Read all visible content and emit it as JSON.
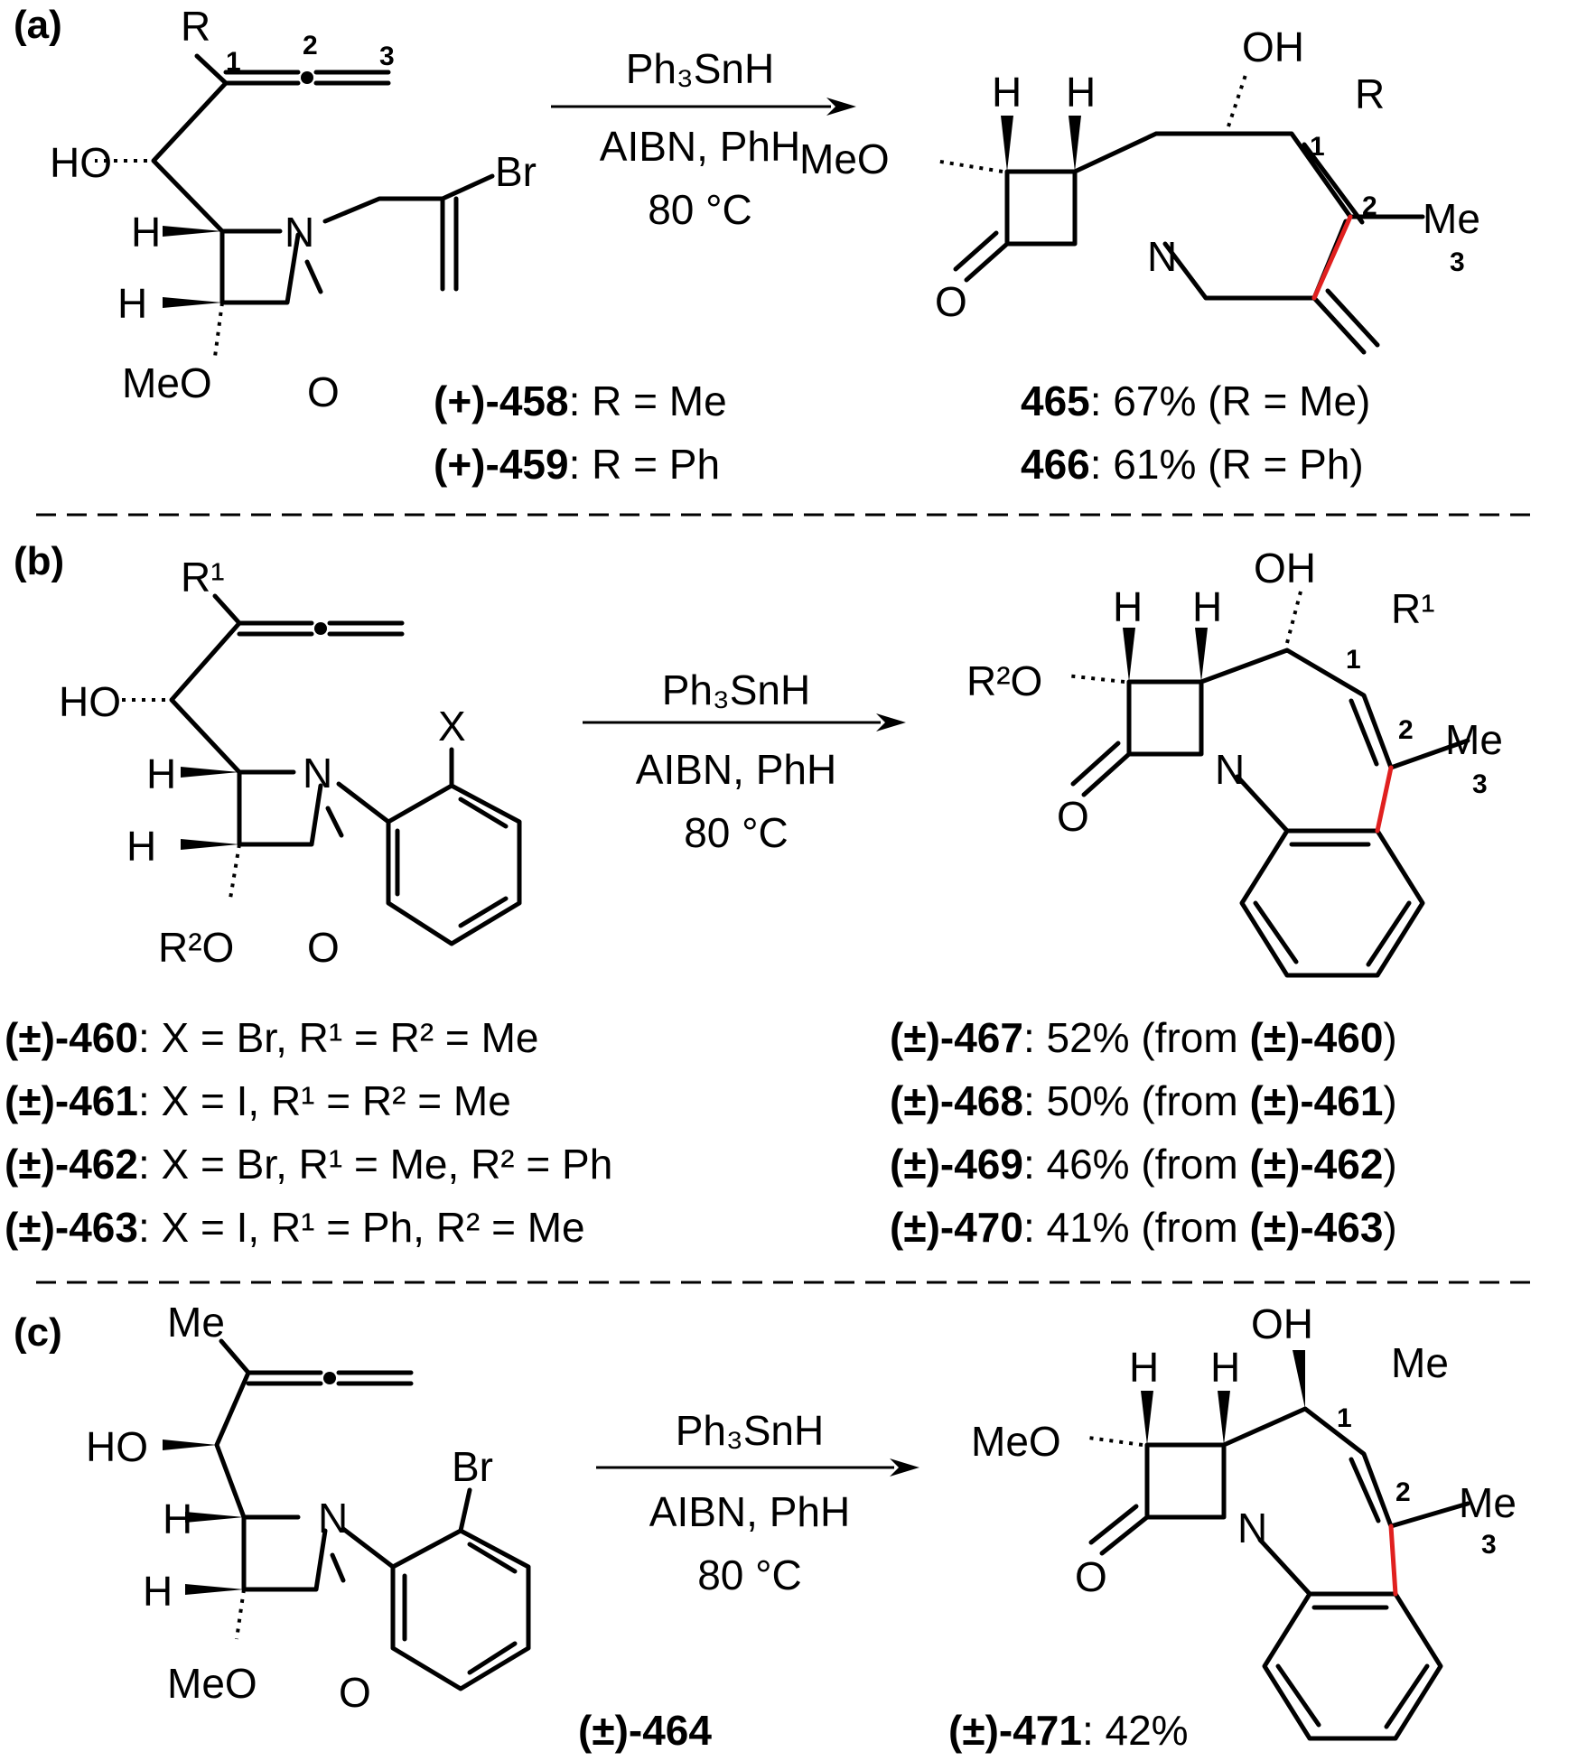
{
  "colors": {
    "ink": "#000000",
    "new_bond": "#e0201f",
    "background": "#ffffff"
  },
  "panels": [
    {
      "label": "(a)",
      "conditions": {
        "reagent": "Ph₃SnH",
        "initiator": "AIBN, PhH",
        "temperature": "80 °C"
      },
      "substrate_lines": [
        {
          "cmpd": "(+)-458",
          "desc": ": R = Me"
        },
        {
          "cmpd": "(+)-459",
          "desc": ": R = Ph"
        }
      ],
      "product_lines": [
        {
          "cmpd": "465",
          "desc": ": 67% (R = Me)"
        },
        {
          "cmpd": "466",
          "desc": ": 61% (R = Ph)"
        }
      ],
      "substrate_atoms": {
        "r": "R",
        "ho": "HO",
        "h1": "H",
        "h2": "H",
        "n": "N",
        "br": "Br",
        "meo": "MeO",
        "o": "O"
      },
      "product_atoms": {
        "oh": "OH",
        "h1": "H",
        "h2": "H",
        "r": "R",
        "meo": "MeO",
        "n": "N",
        "o": "O",
        "me": "Me"
      },
      "locants": [
        "1",
        "2",
        "3"
      ]
    },
    {
      "label": "(b)",
      "conditions": {
        "reagent": "Ph₃SnH",
        "initiator": "AIBN, PhH",
        "temperature": "80 °C"
      },
      "substrate_lines": [
        {
          "cmpd": "(±)-460",
          "desc": ": X = Br, R¹ = R² = Me"
        },
        {
          "cmpd": "(±)-461",
          "desc": ": X = I, R¹ = R² = Me"
        },
        {
          "cmpd": "(±)-462",
          "desc": ": X = Br, R¹ = Me, R² = Ph"
        },
        {
          "cmpd": "(±)-463",
          "desc": ": X = I, R¹ = Ph, R² = Me"
        }
      ],
      "product_lines": [
        {
          "cmpd": "(±)-467",
          "desc": ": 52% (from ",
          "src": "(±)-460",
          "end": ")"
        },
        {
          "cmpd": "(±)-468",
          "desc": ": 50% (from ",
          "src": "(±)-461",
          "end": ")"
        },
        {
          "cmpd": "(±)-469",
          "desc": ": 46% (from ",
          "src": "(±)-462",
          "end": ")"
        },
        {
          "cmpd": "(±)-470",
          "desc": ": 41% (from ",
          "src": "(±)-463",
          "end": ")"
        }
      ],
      "substrate_atoms": {
        "r1": "R¹",
        "ho": "HO",
        "h1": "H",
        "h2": "H",
        "n": "N",
        "x": "X",
        "r2o": "R²O",
        "o": "O"
      },
      "product_atoms": {
        "oh": "OH",
        "h1": "H",
        "h2": "H",
        "r1": "R¹",
        "r2o": "R²O",
        "n": "N",
        "o": "O",
        "me": "Me"
      },
      "locants": [
        "1",
        "2",
        "3"
      ]
    },
    {
      "label": "(c)",
      "conditions": {
        "reagent": "Ph₃SnH",
        "initiator": "AIBN, PhH",
        "temperature": "80 °C"
      },
      "substrate_lines": [
        {
          "cmpd": "(±)-464",
          "desc": ""
        }
      ],
      "product_lines": [
        {
          "cmpd": "(±)-471",
          "desc": ": 42%"
        }
      ],
      "substrate_atoms": {
        "me": "Me",
        "ho": "HO",
        "h1": "H",
        "h2": "H",
        "n": "N",
        "br": "Br",
        "meo": "MeO",
        "o": "O"
      },
      "product_atoms": {
        "oh": "OH",
        "h1": "H",
        "h2": "H",
        "me1": "Me",
        "meo": "MeO",
        "n": "N",
        "o": "O",
        "me": "Me"
      },
      "locants": [
        "1",
        "2",
        "3"
      ]
    }
  ]
}
